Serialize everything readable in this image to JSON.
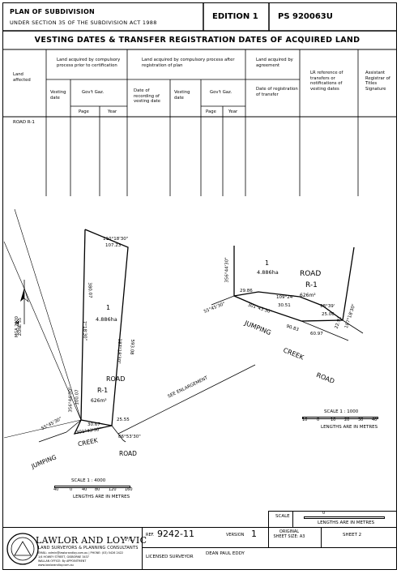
{
  "header": {
    "title": "PLAN OF SUBDIVISION",
    "subtitle": "UNDER SECTION 35 OF THE SUBDIVISION ACT 1988",
    "edition": "EDITION 1",
    "plan_number": "PS 920063U"
  },
  "table": {
    "title": "VESTING DATES & TRANSFER REGISTRATION DATES OF ACQUIRED LAND",
    "col_land_affected": "Land affected",
    "group_prior": "Land acquired by compulsory process prior to certification",
    "group_after": "Land acquired by compulsory process after registration of plan",
    "group_agreement": "Land acquired by agreement",
    "col_lr_reference": "LR reference of transfers or notifications of vesting dates",
    "col_assistant_registrar": "Assistant Registrar of Titles Signature",
    "sub_vesting_date": "Vesting date",
    "sub_govt_gaz": "Gov't Gaz.",
    "sub_date_recording": "Date of recording of vesting date",
    "sub_vesting_date_2": "Vesting date",
    "sub_govt_gaz_2": "Gov't Gaz.",
    "sub_date_registration": "Date of registration of transfer",
    "sub_page": "Page",
    "sub_year": "Year",
    "rows": [
      {
        "land_affected": "ROAD R-1"
      }
    ]
  },
  "left_plan": {
    "bearing_top": "110°18'30\"",
    "dist_top": "107.23",
    "dist_left": "380.07",
    "bearing_left": "7°18'30\"",
    "lot_number": "1",
    "lot_area": "4.886ha",
    "dist_right": "593.08",
    "bearing_right": "187°18'30\"",
    "dist_right_small": "40.09",
    "road_label": "ROAD",
    "road_id": "R-1",
    "road_area": "626m²",
    "bearing_far_left": "55°45'30\"",
    "bearing_vertical_1": "356°44'30\"",
    "dist_vertical_1": "100.07",
    "dist_bottom_a": "30.67",
    "bearing_bottom_a": "301°43'30\"",
    "dist_bottom_b": "25.55",
    "bearing_bottom_b": "86°53'30\"",
    "creek_word_1": "JUMPING",
    "creek_word_2": "CREEK",
    "road_word": "ROAD",
    "scale_title": "SCALE 1 : 4000",
    "scale_ticks": [
      "40",
      "0",
      "40",
      "80",
      "120",
      "160"
    ],
    "scale_units": "LENGTHS ARE IN METRES"
  },
  "right_plan": {
    "bearing_vertical": "356°44'30\"",
    "lot_number": "1",
    "lot_area": "4.886ha",
    "road_label": "ROAD",
    "road_id": "R-1",
    "road_area": "626m²",
    "bearing_left": "55°45'30\"",
    "dist_a": "29.86",
    "bearing_b": "109°24'",
    "dist_b": "30.51",
    "bearing_c": "98°39'",
    "dist_c": "25.06",
    "bearing_d": "301°43'30\"",
    "dist_d": "90.83",
    "dist_e": "60.97",
    "dist_f": "22.91",
    "bearing_f": "187°18'30\"",
    "creek_word_1": "JUMPING",
    "creek_word_2": "CREEK",
    "road_word": "ROAD",
    "scale_title": "SCALE 1 : 1000",
    "scale_ticks": [
      "10",
      "0",
      "10",
      "20",
      "30",
      "40"
    ],
    "scale_units": "LENGTHS ARE IN METRES"
  },
  "annotation": {
    "see_enlargement": "SEE ENLARGEMENT"
  },
  "north": {
    "label_1": "MGA 2020",
    "label_2": "ZONE 55"
  },
  "footer": {
    "scale_label": "SCALE",
    "scale_zero": "0",
    "scale_units": "LENGTHS ARE IN METRES",
    "original_sheet_size": "ORIGINAL SHEET SIZE: A3",
    "sheet": "SHEET 2",
    "ref_label": "REF.",
    "ref_number": "9242-11",
    "version_label": "VERSION",
    "version_number": "1",
    "licensed_surveyor_label": "LICENSED SURVEYOR",
    "licensed_surveyor_name": "DEAN PAUL EDDY",
    "company_name": "LAWLOR AND LOY VIC",
    "company_suffix": "P/L",
    "company_tagline": "LAND SURVEYORS & PLANNING CONSULTANTS",
    "company_contact_1": "EMAIL: admin@lawlorandloy.com.au | PHONE: (03) 5426 2422",
    "company_contact_2": "1/4 HOWEY STREET, GISBORNE 3437",
    "company_contact_3": "WALLAN OFFICE: By APPOINTMENT",
    "company_web": "www.lawlorandloy.com.au"
  }
}
